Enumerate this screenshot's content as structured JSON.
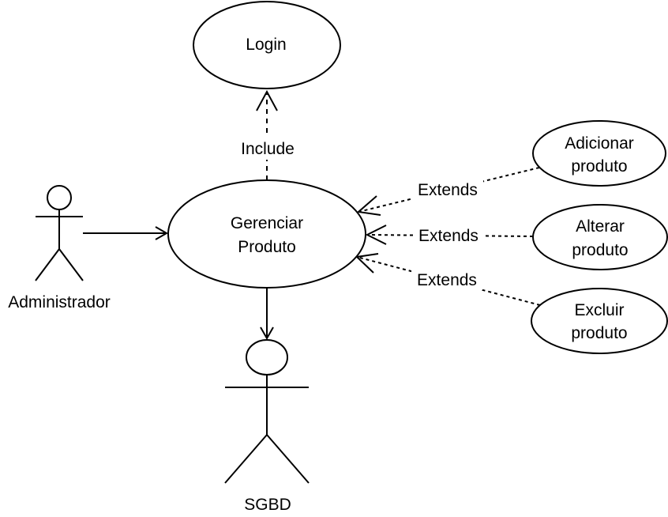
{
  "actors": {
    "administrador": {
      "label": "Administrador"
    },
    "sgbd": {
      "label": "SGBD"
    }
  },
  "use_cases": {
    "login": {
      "label": "Login"
    },
    "gerenciar": {
      "line1": "Gerenciar",
      "line2": "Produto"
    },
    "adicionar": {
      "line1": "Adicionar",
      "line2": "produto"
    },
    "alterar": {
      "line1": "Alterar",
      "line2": "produto"
    },
    "excluir": {
      "line1": "Excluir",
      "line2": "produto"
    }
  },
  "relations": {
    "include": {
      "label": "Include"
    },
    "extends_adicionar": {
      "label": "Extends"
    },
    "extends_alterar": {
      "label": "Extends"
    },
    "extends_excluir": {
      "label": "Extends"
    }
  }
}
